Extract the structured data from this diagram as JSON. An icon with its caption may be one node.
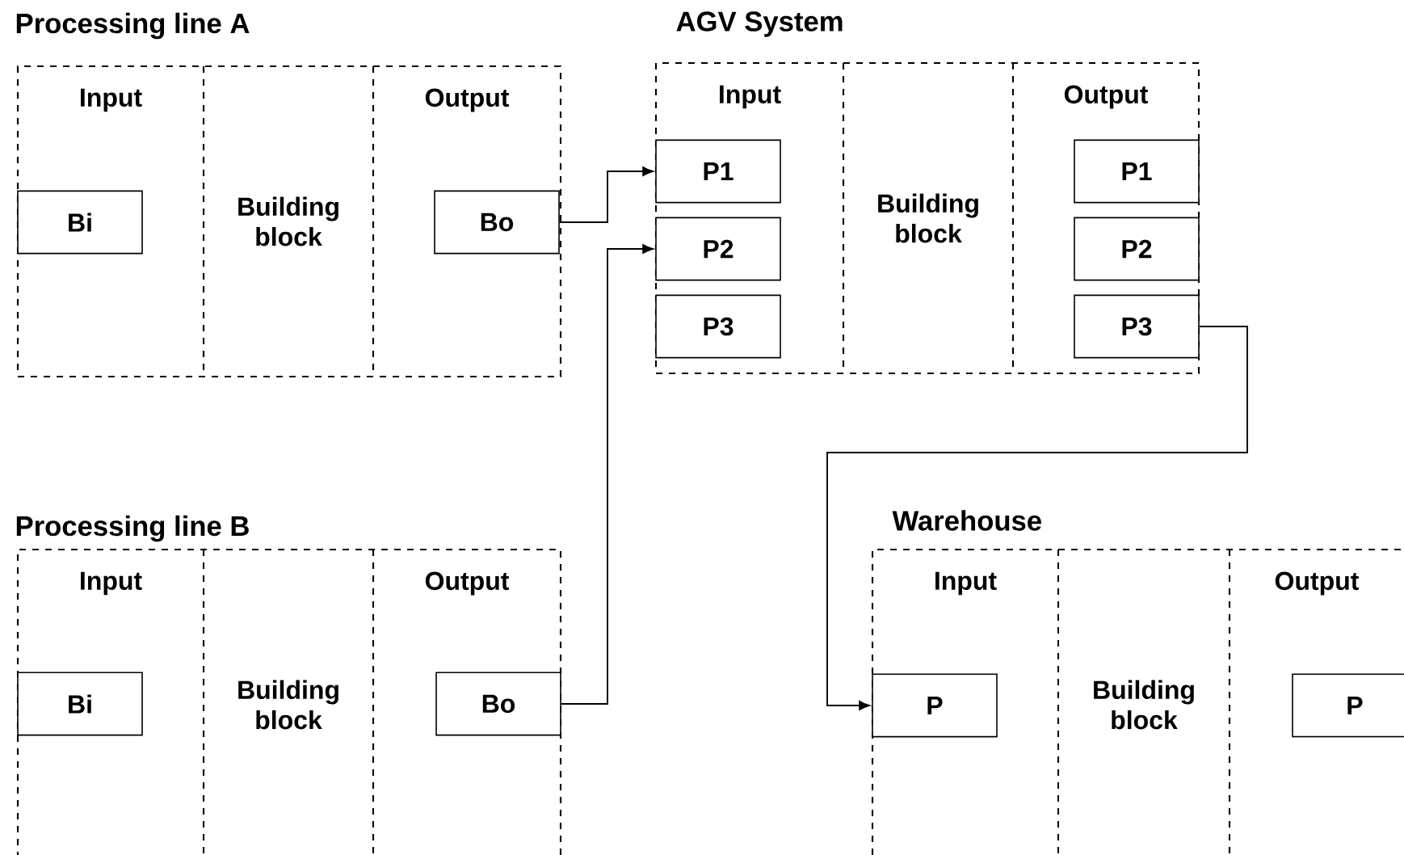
{
  "diagram": {
    "nodes": [
      {
        "text": [
          "Processing line A",
          "Input",
          "Building block",
          "Output"
        ]
      },
      {
        "text": [
          "Bi"
        ],
        "in": 0
      },
      {
        "text": [
          "Bo"
        ],
        "in": 0
      },
      {
        "text": [
          "AGV System",
          "Input",
          "Building block",
          "Output"
        ]
      },
      {
        "text": [
          "P1"
        ],
        "in": 3
      },
      {
        "text": [
          "P2"
        ],
        "in": 3
      },
      {
        "text": [
          "P3"
        ],
        "in": 3
      },
      {
        "text": [
          "P1"
        ],
        "in": 3
      },
      {
        "text": [
          "P2"
        ],
        "in": 3
      },
      {
        "text": [
          "P3"
        ],
        "in": 3
      },
      {
        "text": [
          "Processing line B",
          "Input",
          "Building block",
          "Output"
        ]
      },
      {
        "text": [
          "Bi"
        ],
        "in": 10
      },
      {
        "text": [
          "Bo"
        ],
        "in": 10
      },
      {
        "text": [
          "Warehouse",
          "Input",
          "Building block",
          "Output"
        ]
      },
      {
        "text": [
          "P"
        ],
        "in": 13
      },
      {
        "text": [
          "P"
        ],
        "in": 13
      }
    ],
    "edges": [
      {
        "from": 2,
        "to": 4,
        "arrow": "to"
      },
      {
        "from": 12,
        "to": 5,
        "arrow": "to"
      },
      {
        "from": 9,
        "to": 14,
        "arrow": "to"
      }
    ]
  }
}
